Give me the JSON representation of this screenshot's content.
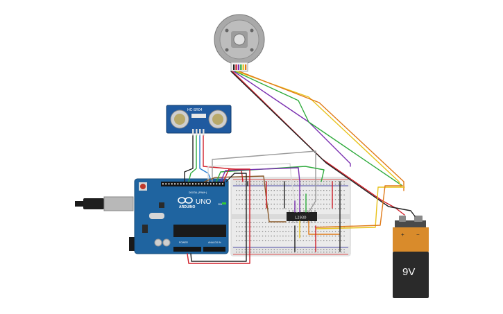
{
  "sensor": {
    "label": "HC-SR04"
  },
  "arduino": {
    "model": "UNO",
    "brand": "ARDUINO",
    "digital_header": "DIGITAL (PWM~)",
    "power_header": "POWER",
    "analog_header": "ANALOG IN",
    "on_label": "ON"
  },
  "driver_chip": {
    "label": "L293D"
  },
  "battery": {
    "voltage": "9V",
    "plus": "+",
    "minus": "−"
  },
  "colors": {
    "board": "#1f64a0",
    "battery_body": "#2a2a2a",
    "battery_top": "#d98b2b",
    "wire_red": "#d0202a",
    "wire_black": "#222222",
    "wire_green": "#2eaa3c",
    "wire_yellow": "#e8c21a",
    "wire_orange": "#e07a18",
    "wire_purple": "#7a2fb0",
    "wire_blue": "#2a7fd4",
    "wire_brown": "#8a5a2b",
    "wire_gray": "#9a9a9a"
  }
}
